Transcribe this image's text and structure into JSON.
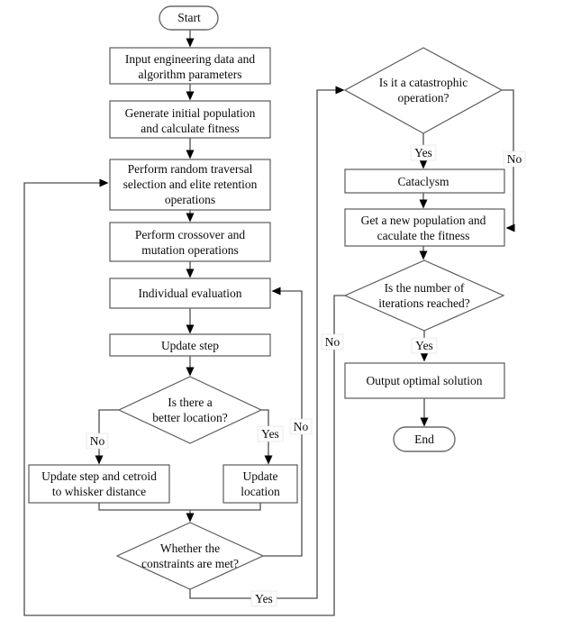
{
  "colors": {
    "background": "#ffffff",
    "shape_fill": "#ffffff",
    "line": "#4d4d4d",
    "border": "#5a5a5a",
    "text": "#0a0a0a",
    "arrowhead": "#000000"
  },
  "nodes": {
    "start": {
      "label": "Start"
    },
    "input_data": {
      "lines": [
        "Input engineering data and",
        "algorithm parameters"
      ]
    },
    "generate": {
      "lines": [
        "Generate initial population",
        "and calculate fitness"
      ]
    },
    "traversal": {
      "lines": [
        "Perform random traversal",
        "selection and elite retention",
        "operations"
      ]
    },
    "crossover": {
      "lines": [
        "Perform crossover and",
        "mutation operations"
      ]
    },
    "evaluation": {
      "label": "Individual evaluation"
    },
    "update_step": {
      "label": "Update step"
    },
    "better_location": {
      "lines": [
        "Is there a",
        "better location?"
      ]
    },
    "update_cetroid": {
      "lines": [
        "Update step and cetroid",
        "to whisker distance"
      ]
    },
    "update_location": {
      "lines": [
        "Update",
        "location"
      ]
    },
    "constraints": {
      "lines": [
        "Whether the",
        "constraints are met?"
      ]
    },
    "catastrophic": {
      "lines": [
        "Is it a catastrophic",
        "operation?"
      ]
    },
    "cataclysm": {
      "label": "Cataclysm"
    },
    "new_population": {
      "lines": [
        "Get a new population and",
        "caculate the fitness"
      ]
    },
    "iterations": {
      "lines": [
        "Is the number of",
        "iterations reached?"
      ]
    },
    "output": {
      "label": "Output optimal solution"
    },
    "end": {
      "label": "End"
    }
  },
  "edge_labels": {
    "better_no": "No",
    "better_yes": "Yes",
    "constraints_no": "No",
    "constraints_yes": "Yes",
    "catastrophic_yes": "Yes",
    "catastrophic_no": "No",
    "iterations_yes": "Yes",
    "iterations_no": "No"
  }
}
